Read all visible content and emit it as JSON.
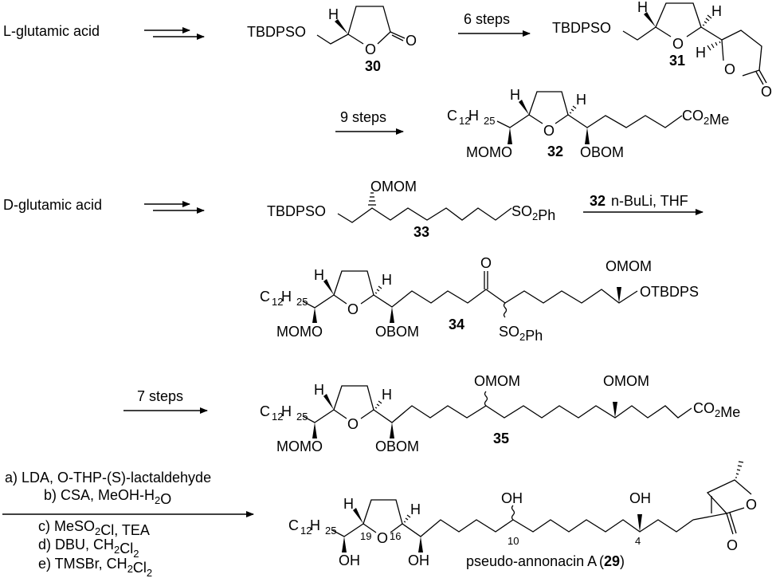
{
  "scheme": {
    "start_materials": {
      "l": "L-glutamic acid",
      "d": "D-glutamic acid"
    },
    "compounds": {
      "c30": {
        "number": "30",
        "groups": [
          "TBDPSO",
          "H",
          "O",
          "O"
        ]
      },
      "c31": {
        "number": "31",
        "groups": [
          "TBDPSO",
          "H",
          "H",
          "H",
          "O",
          "O",
          "O"
        ]
      },
      "c32": {
        "number": "32",
        "groups": [
          "C12H25",
          "MOMO",
          "OBOM",
          "CO2Me",
          "H",
          "H",
          "O"
        ]
      },
      "c33": {
        "number": "33",
        "groups": [
          "TBDPSO",
          "OMOM",
          "SO2Ph"
        ]
      },
      "c34": {
        "number": "34",
        "groups": [
          "C12H25",
          "MOMO",
          "OBOM",
          "O",
          "SO2Ph",
          "OMOM",
          "OTBDPS",
          "H",
          "H"
        ]
      },
      "c35": {
        "number": "35",
        "groups": [
          "C12H25",
          "MOMO",
          "OBOM",
          "OMOM",
          "OMOM",
          "CO2Me",
          "H",
          "H"
        ]
      },
      "c29": {
        "name": "pseudo-annonacin A",
        "number": "29",
        "groups": [
          "C12H25",
          "OH",
          "OH",
          "OH",
          "OH",
          "O",
          "O",
          "H",
          "H"
        ],
        "locants": [
          "19",
          "16",
          "10",
          "4"
        ]
      }
    },
    "arrows": {
      "a1": {
        "label": "6 steps"
      },
      "a2": {
        "label": "9 steps"
      },
      "a3": {
        "reagent_compound": "32",
        "label": "n-BuLi, THF"
      },
      "a4": {
        "label": "7 steps"
      },
      "a5": {
        "conditions": [
          "a) LDA, O-THP-(S)-lactaldehyde",
          "b) CSA, MeOH-H2O",
          "c) MeSO2Cl, TEA",
          "d) DBU, CH2Cl2",
          "e) TMSBr, CH2Cl2"
        ]
      }
    }
  }
}
